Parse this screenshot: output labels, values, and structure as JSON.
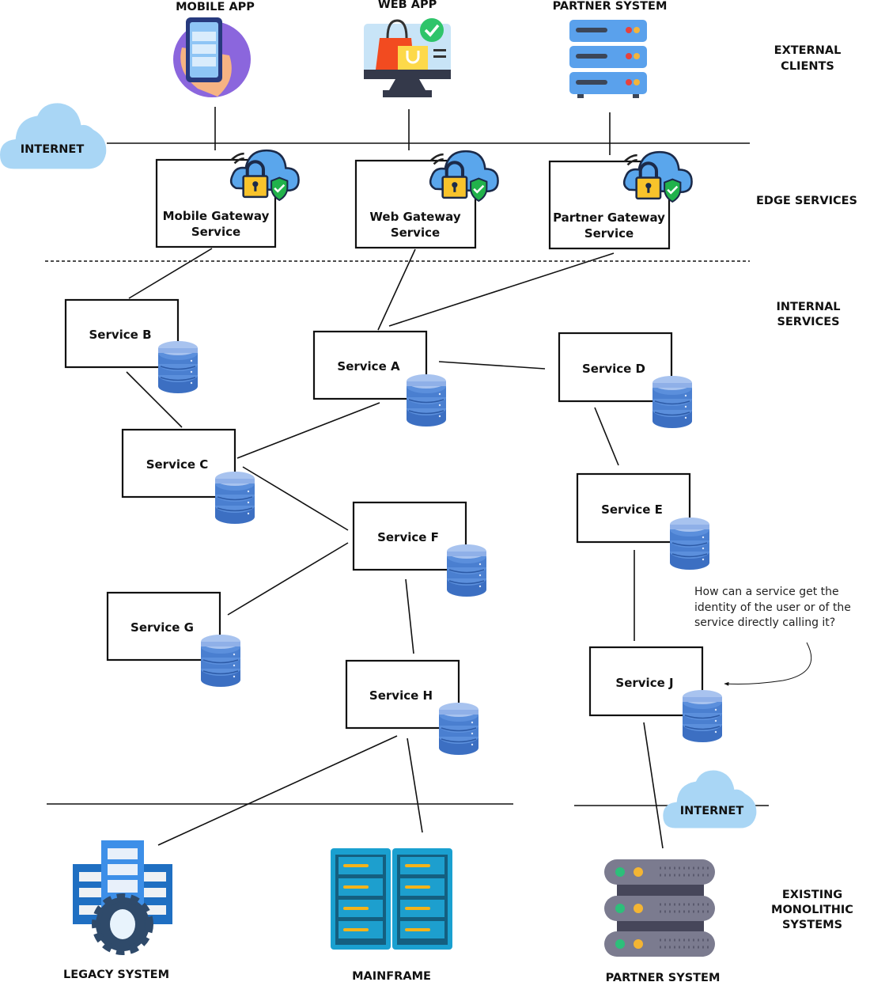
{
  "external_clients": {
    "section_label_1": "EXTERNAL",
    "section_label_2": "CLIENTS",
    "mobile_app": "MOBILE APP",
    "web_app": "WEB APP",
    "partner_system": "PARTNER SYSTEM"
  },
  "internet_top": "INTERNET",
  "internet_bottom": "INTERNET",
  "edge_services": {
    "section_label": "EDGE SERVICES",
    "mobile_gateway": [
      "Mobile Gateway",
      "Service"
    ],
    "web_gateway": [
      "Web Gateway",
      "Service"
    ],
    "partner_gateway": [
      "Partner Gateway",
      "Service"
    ]
  },
  "internal_services": {
    "section_label_1": "INTERNAL",
    "section_label_2": "SERVICES",
    "services": {
      "a": "Service A",
      "b": "Service B",
      "c": "Service C",
      "d": "Service D",
      "e": "Service E",
      "f": "Service F",
      "g": "Service G",
      "h": "Service H",
      "j": "Service J"
    }
  },
  "annotation": [
    "How can a service get the",
    "identity of the user or of the",
    "service directly calling it?"
  ],
  "existing_systems": {
    "section_label": [
      "EXISTING",
      "MONOLITHIC",
      "SYSTEMS"
    ],
    "legacy_system": "LEGACY SYSTEM",
    "mainframe": "MAINFRAME",
    "partner_system": "PARTNER SYSTEM"
  },
  "colors": {
    "db_blue": "#4a7fd0",
    "cloud_blue": "#a9d6f5",
    "lock_yellow": "#f8c32b",
    "shield_green": "#21b24b"
  }
}
